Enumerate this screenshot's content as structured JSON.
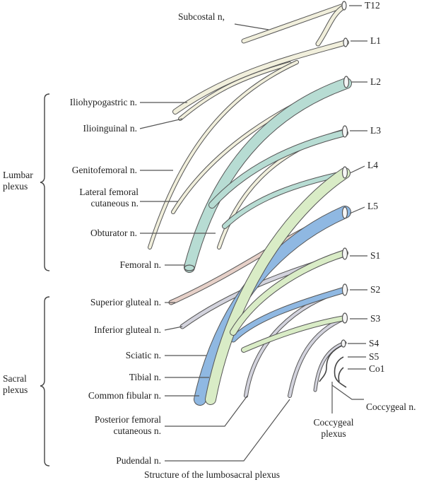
{
  "title": "Structure of the lumbosacral plexus",
  "groups": {
    "lumbar": "Lumbar plexus",
    "sacral": "Sacral plexus"
  },
  "roots": [
    "T12",
    "L1",
    "L2",
    "L3",
    "L4",
    "L5",
    "S1",
    "S2",
    "S3",
    "S4",
    "S5",
    "Co1"
  ],
  "nerves": {
    "subcostal": "Subcostal n,",
    "iliohypogastric": "Iliohypogastric n.",
    "ilioinguinal": "Ilioinguinal n.",
    "genitofemoral": "Genitofemoral n.",
    "lateral_femoral_cutaneous": "Lateral femoral cutaneous n.",
    "obturator": "Obturator n.",
    "femoral": "Femoral n.",
    "superior_gluteal": "Superior gluteal n.",
    "inferior_gluteal": "Inferior gluteal n.",
    "sciatic": "Sciatic n.",
    "tibial": "Tibial n.",
    "common_fibular": "Common fibular n.",
    "posterior_femoral_cutaneous": "Posterior femoral cutaneous n.",
    "pudendal": "Pudendal n.",
    "coccygeal_n": "Coccygeal n.",
    "coccygeal_plexus": "Coccygeal plexus"
  },
  "colors": {
    "cream": "#f1efdc",
    "femoral": "#b7dcd3",
    "sciatic_blue": "#8fb8e2",
    "tibial_green": "#d9ecc6",
    "gray_branch": "#d3d3dd",
    "pink": "#e6d0c8",
    "outline": "#555555"
  }
}
